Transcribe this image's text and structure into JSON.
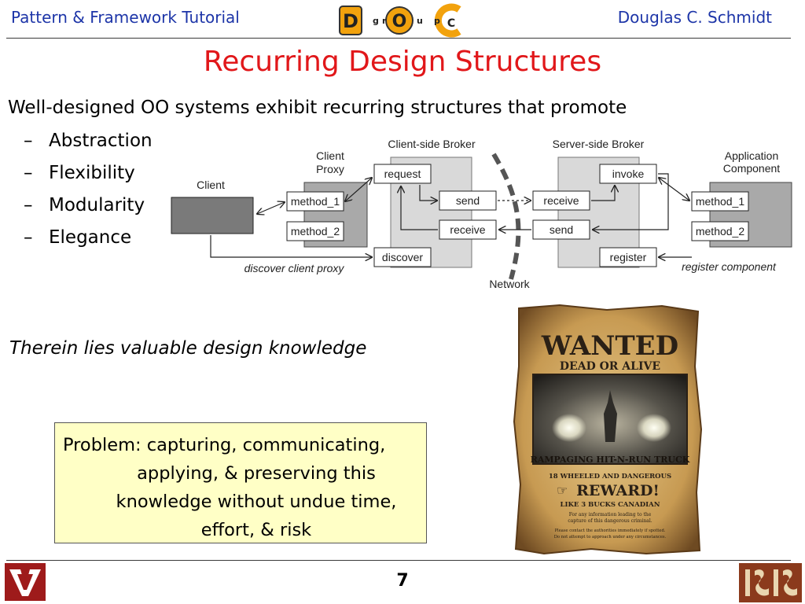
{
  "header": {
    "left": "Pattern & Framework Tutorial",
    "right": "Douglas C. Schmidt",
    "logo": {
      "letters": [
        "D",
        "O",
        "C"
      ],
      "small": [
        "g",
        "r",
        "u",
        "p"
      ]
    }
  },
  "slide": {
    "title": "Recurring Design Structures",
    "intro": "Well-designed OO systems exhibit recurring structures that promote",
    "bullets": [
      "Abstraction",
      "Flexibility",
      "Modularity",
      "Elegance"
    ],
    "therein": "Therein lies valuable design knowledge",
    "problem": {
      "first_line": "Problem: capturing, communicating,",
      "rest": "applying, & preserving this knowledge without undue time, effort, & risk"
    },
    "page_number": "7"
  },
  "diagram": {
    "client": "Client",
    "client_proxy": [
      "Client",
      "Proxy"
    ],
    "client_side_broker": "Client-side Broker",
    "server_side_broker": "Server-side Broker",
    "application_component": [
      "Application",
      "Component"
    ],
    "network": "Network",
    "discover_client_proxy": "discover client proxy",
    "register_component": "register component",
    "boxes": {
      "proxy_method_1": "method_1",
      "proxy_method_2": "method_2",
      "request": "request",
      "send_client": "send",
      "receive_client": "receive",
      "discover": "discover",
      "receive_server": "receive",
      "send_server": "send",
      "invoke": "invoke",
      "register": "register",
      "app_method_1": "method_1",
      "app_method_2": "method_2"
    }
  },
  "poster": {
    "wanted": "WANTED",
    "dead_or_alive": "DEAD OR ALIVE",
    "caption": "RAMPAGING HIT-N-RUN TRUCK",
    "subline": "18 WHEELED AND DANGEROUS",
    "reward": "REWARD!",
    "amount": "LIKE 3 BUCKS CANADIAN",
    "fine1": "For any information leading to the",
    "fine2": "capture of this dangerous criminal.",
    "fine3": "Please contact the authorities immediately if spotted.",
    "fine4": "Do not attempt to approach under any circumstances."
  },
  "colors": {
    "header_text": "#1d35a8",
    "title": "#e1171a",
    "problem_bg": "#ffffc6",
    "poster_paper": "#d9b36e"
  }
}
